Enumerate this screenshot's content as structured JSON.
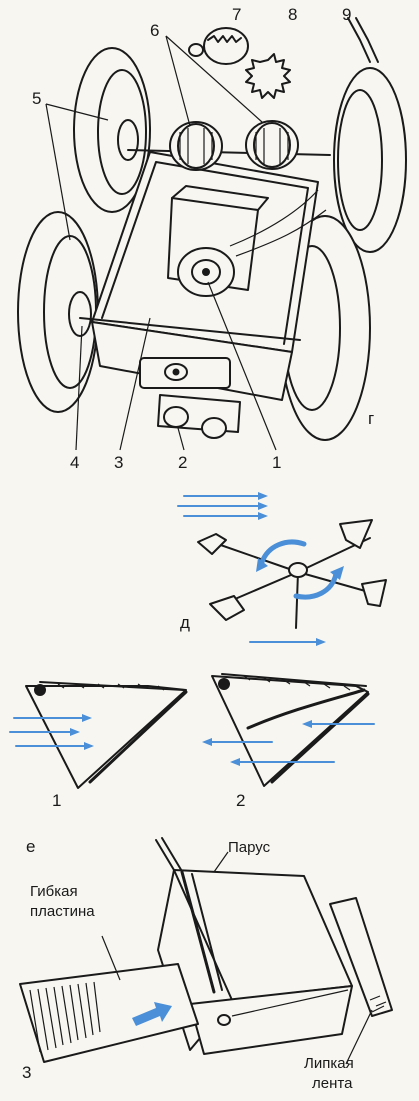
{
  "colors": {
    "ink": "#1a1a1a",
    "paper": "#f7f6f1",
    "arrow_blue": "#4a8fd8"
  },
  "panel_g": {
    "panel_letter": "г",
    "callouts": [
      "1",
      "2",
      "3",
      "4",
      "5",
      "6",
      "7",
      "8",
      "9"
    ]
  },
  "panel_d": {
    "panel_letter": "д"
  },
  "panel_e": {
    "panel_letter": "е",
    "state_labels": [
      "1",
      "2"
    ]
  },
  "panel_3": {
    "number": "3",
    "sail_label": "Парус",
    "plate_label_line1": "Гибкая",
    "plate_label_line2": "пластина",
    "tape_label_line1": "Липкая",
    "tape_label_line2": "лента"
  }
}
